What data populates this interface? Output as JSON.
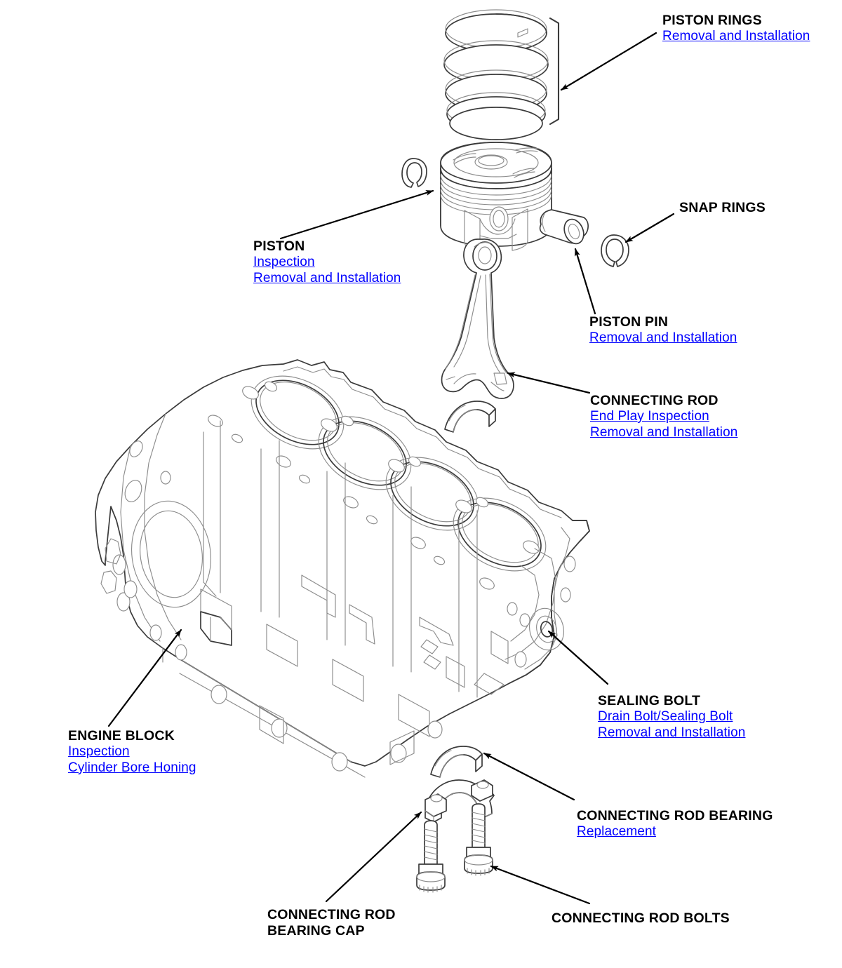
{
  "document": {
    "type": "exploded-parts-diagram",
    "subject": "Engine block, piston and connecting rod assembly",
    "background_color": "#ffffff",
    "line_color": "#3a3a3a",
    "title_color": "#000000",
    "link_color": "#0000ff"
  },
  "callouts": [
    {
      "id": "piston-rings",
      "title": "PISTON RINGS",
      "links": [
        "Removal and Installation"
      ]
    },
    {
      "id": "snap-rings",
      "title": "SNAP RINGS",
      "links": []
    },
    {
      "id": "piston",
      "title": "PISTON",
      "links": [
        "Inspection",
        "Removal and Installation"
      ]
    },
    {
      "id": "piston-pin",
      "title": "PISTON PIN",
      "links": [
        "Removal and Installation"
      ]
    },
    {
      "id": "connecting-rod",
      "title": "CONNECTING ROD",
      "links": [
        "End Play Inspection",
        "Removal and Installation"
      ]
    },
    {
      "id": "sealing-bolt",
      "title": "SEALING BOLT",
      "links": [
        "Drain Bolt/Sealing Bolt",
        "Removal and Installation"
      ]
    },
    {
      "id": "engine-block",
      "title": "ENGINE BLOCK",
      "links": [
        "Inspection",
        "Cylinder Bore Honing"
      ]
    },
    {
      "id": "connecting-rod-bearing",
      "title": "CONNECTING ROD BEARING",
      "links": [
        "Replacement"
      ]
    },
    {
      "id": "connecting-rod-bearing-cap",
      "title_line_1": "CONNECTING ROD",
      "title_line_2": "BEARING CAP",
      "links": []
    },
    {
      "id": "connecting-rod-bolts",
      "title": "CONNECTING ROD BOLTS",
      "links": []
    }
  ],
  "parts": {
    "piston_rings": {
      "ring_count": 4,
      "label": "stack of piston rings with bracket"
    },
    "piston": {
      "label": "piston with valve relief pockets"
    },
    "piston_pin": {
      "label": "hollow wrist pin"
    },
    "snap_rings": {
      "count": 2,
      "label": "C-shaped retaining clips"
    },
    "connecting_rod": {
      "label": "connecting rod with small end eye and forked big end"
    },
    "engine_block": {
      "cylinder_bores": 4,
      "label": "four-cylinder engine block, isometric"
    },
    "connecting_rod_bearings": {
      "count": 2,
      "label": "half-shell plain bearings"
    },
    "bearing_cap": {
      "label": "connecting rod bearing cap"
    },
    "connecting_rod_bolts": {
      "count": 2,
      "label": "flanged shoulder bolts"
    }
  }
}
